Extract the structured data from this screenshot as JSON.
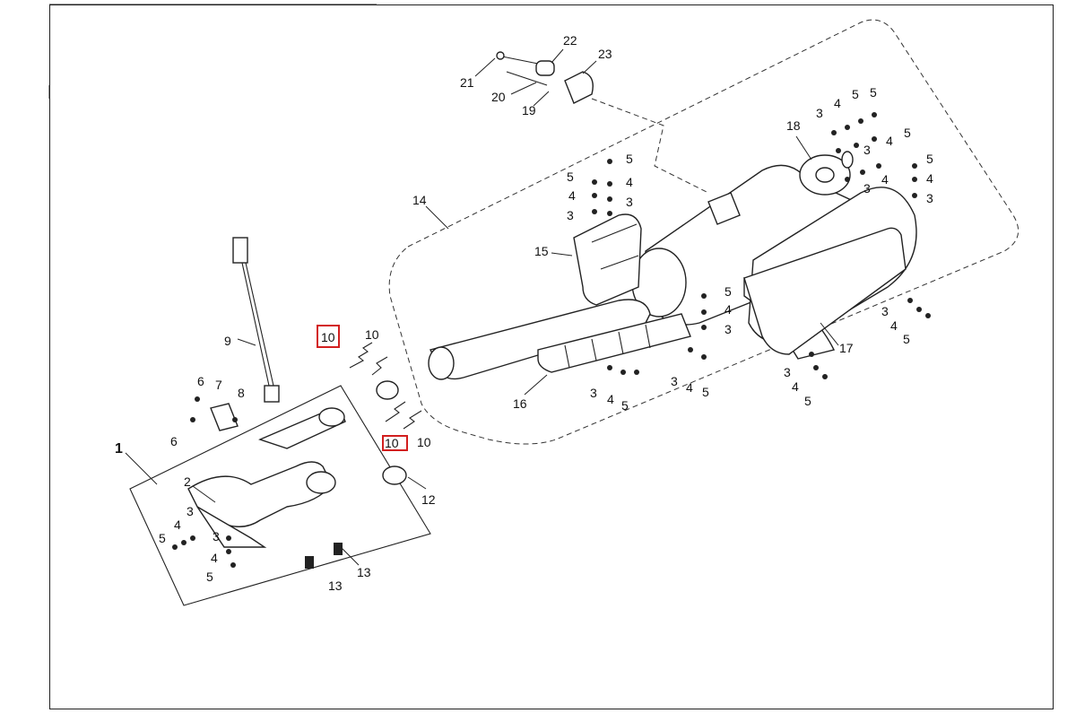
{
  "diagram": {
    "highlight_color": "#d21f1f",
    "callouts": {
      "c1": "1",
      "c2": "2",
      "c3a": "3",
      "c3b": "3",
      "c3c": "3",
      "c3d": "3",
      "c3e": "3",
      "c3f": "3",
      "c3g": "3",
      "c3h": "3",
      "c3i": "3",
      "c3j": "3",
      "c3k": "3",
      "c3l": "3",
      "c3m": "3",
      "c4a": "4",
      "c4b": "4",
      "c4c": "4",
      "c4d": "4",
      "c4e": "4",
      "c4f": "4",
      "c4g": "4",
      "c4h": "4",
      "c4i": "4",
      "c4j": "4",
      "c4k": "4",
      "c4l": "4",
      "c4m": "4",
      "c5a": "5",
      "c5b": "5",
      "c5c": "5",
      "c5d": "5",
      "c5e": "5",
      "c5f": "5",
      "c5g": "5",
      "c5h": "5",
      "c5i": "5",
      "c5j": "5",
      "c5k": "5",
      "c5l": "5",
      "c5m": "5",
      "c6a": "6",
      "c6b": "6",
      "c7": "7",
      "c8": "8",
      "c9": "9",
      "c10a": "10",
      "c10b": "10",
      "c10c": "10",
      "c10d": "10",
      "c12": "12",
      "c13a": "13",
      "c13b": "13",
      "c14": "14",
      "c15": "15",
      "c16": "16",
      "c17": "17",
      "c18": "18",
      "c19": "19",
      "c20": "20",
      "c21": "21",
      "c22": "22",
      "c23": "23"
    }
  }
}
